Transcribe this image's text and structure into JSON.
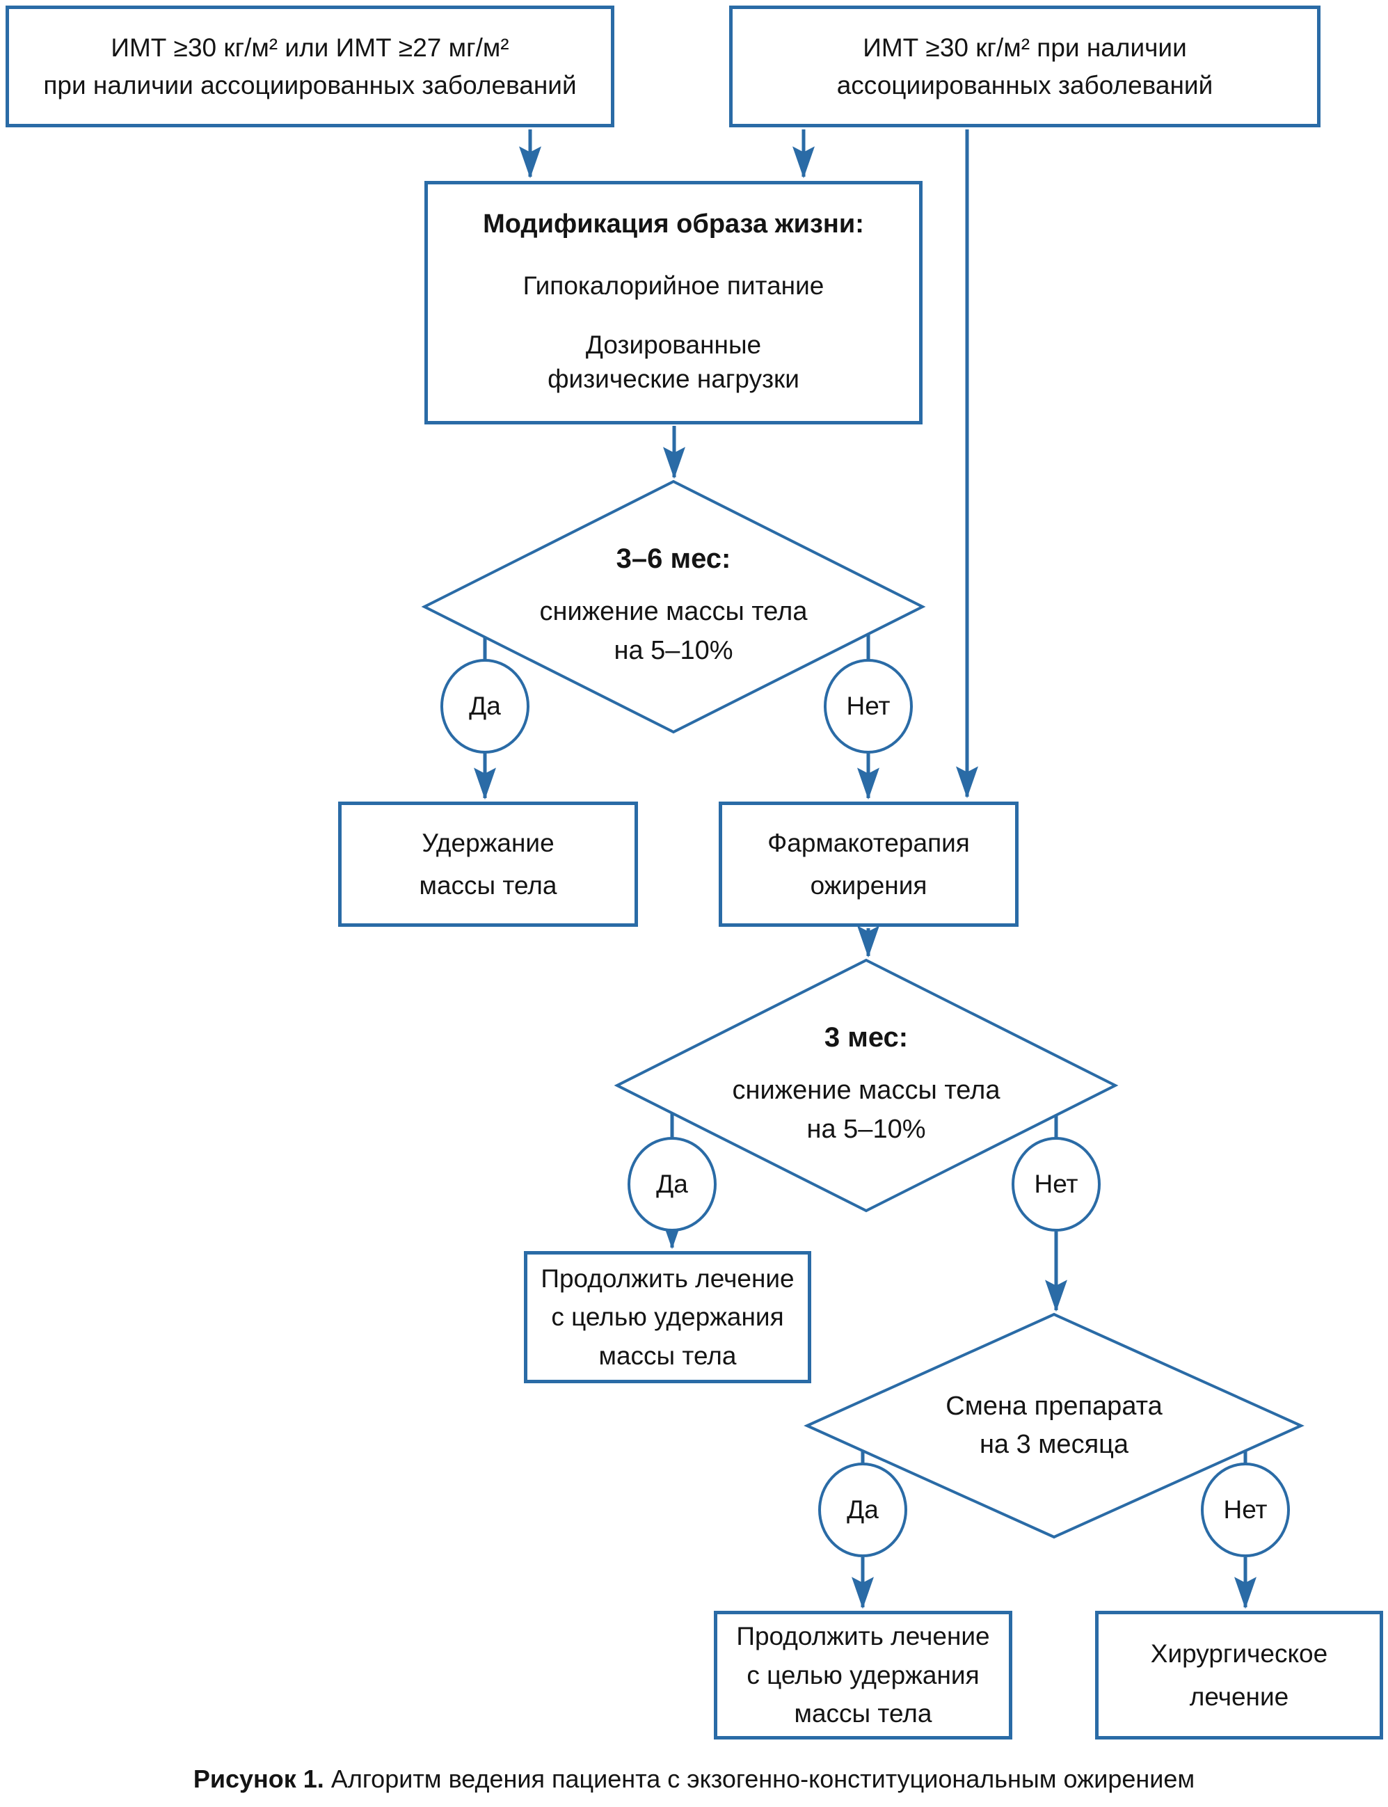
{
  "figure": {
    "caption_label": "Рисунок 1.",
    "caption_text": "Алгоритм ведения пациента с экзогенно-конституциональным ожирением"
  },
  "colors": {
    "line_blue": "#2a6ba6",
    "text_black": "#141414",
    "background": "#ffffff"
  },
  "labels": {
    "yes": "Да",
    "no": "Нет"
  },
  "nodes": {
    "bmi_left": {
      "line1": "ИМТ ≥30 кг/м² или ИМТ ≥27 мг/м²",
      "line2": "при наличии ассоциированных заболеваний"
    },
    "bmi_right": {
      "line1": "ИМТ ≥30 кг/м² при наличии",
      "line2": "ассоциированных заболеваний"
    },
    "lifestyle": {
      "title": "Модификация образа жизни:",
      "item1": "Гипокалорийное питание",
      "item2_line1": "Дозированные",
      "item2_line2": "физические нагрузки"
    },
    "decision1": {
      "title": "3–6 мес:",
      "line1": "снижение массы тела",
      "line2": "на 5–10%"
    },
    "maintain": {
      "line1": "Удержание",
      "line2": "массы тела"
    },
    "pharma": {
      "line1": "Фармакотерапия",
      "line2": "ожирения"
    },
    "decision2": {
      "title": "3 мес:",
      "line1": "снижение массы тела",
      "line2": "на 5–10%"
    },
    "continue1": {
      "line1": "Продолжить лечение",
      "line2": "с целью удержания",
      "line3": "массы тела"
    },
    "decision3": {
      "line1": "Смена препарата",
      "line2": "на 3 месяца"
    },
    "continue2": {
      "line1": "Продолжить лечение",
      "line2": "с целью удержания",
      "line3": "массы тела"
    },
    "surgery": {
      "line1": "Хирургическое",
      "line2": "лечение"
    }
  }
}
